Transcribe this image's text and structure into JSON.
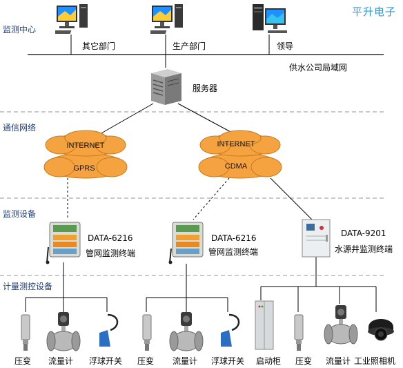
{
  "brand": "平升电子",
  "sections": {
    "monitor_center": "监测中心",
    "comm_network": "通信网络",
    "monitor_device": "监测设备",
    "metering_device": "计量测控设备"
  },
  "center": {
    "pc1": "其它部门",
    "pc2": "生产部门",
    "pc3": "领导",
    "lan": "供水公司局域网",
    "server": "服务器"
  },
  "network": {
    "left_top": "INTERNET",
    "left_bottom": "GPRS",
    "right_top": "INTERNET",
    "right_bottom": "CDMA"
  },
  "terminals": [
    {
      "model": "DATA-6216",
      "desc": "管网监测终端"
    },
    {
      "model": "DATA-6216",
      "desc": "管网监测终端"
    },
    {
      "model": "DATA-9201",
      "desc": "水源井监测终端"
    }
  ],
  "devices": {
    "g1": [
      "压变",
      "流量计",
      "浮球开关"
    ],
    "g2": [
      "压变",
      "流量计",
      "浮球开关"
    ],
    "g3": [
      "启动柜",
      "压变",
      "流量计",
      "工业照相机"
    ]
  }
}
